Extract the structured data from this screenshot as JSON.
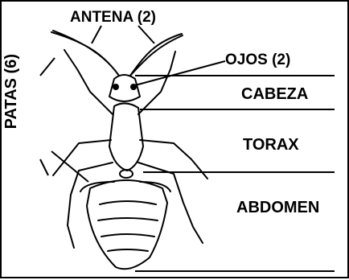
{
  "labels": {
    "antena": "ANTENA (2)",
    "ojos": "OJOS (2)",
    "cabeza": "CABEZA",
    "torax": "TORAX",
    "abdomen": "ABDOMEN",
    "patas": "PATAS (6)"
  },
  "colors": {
    "ink": "#000000",
    "paper": "#ffffff"
  }
}
